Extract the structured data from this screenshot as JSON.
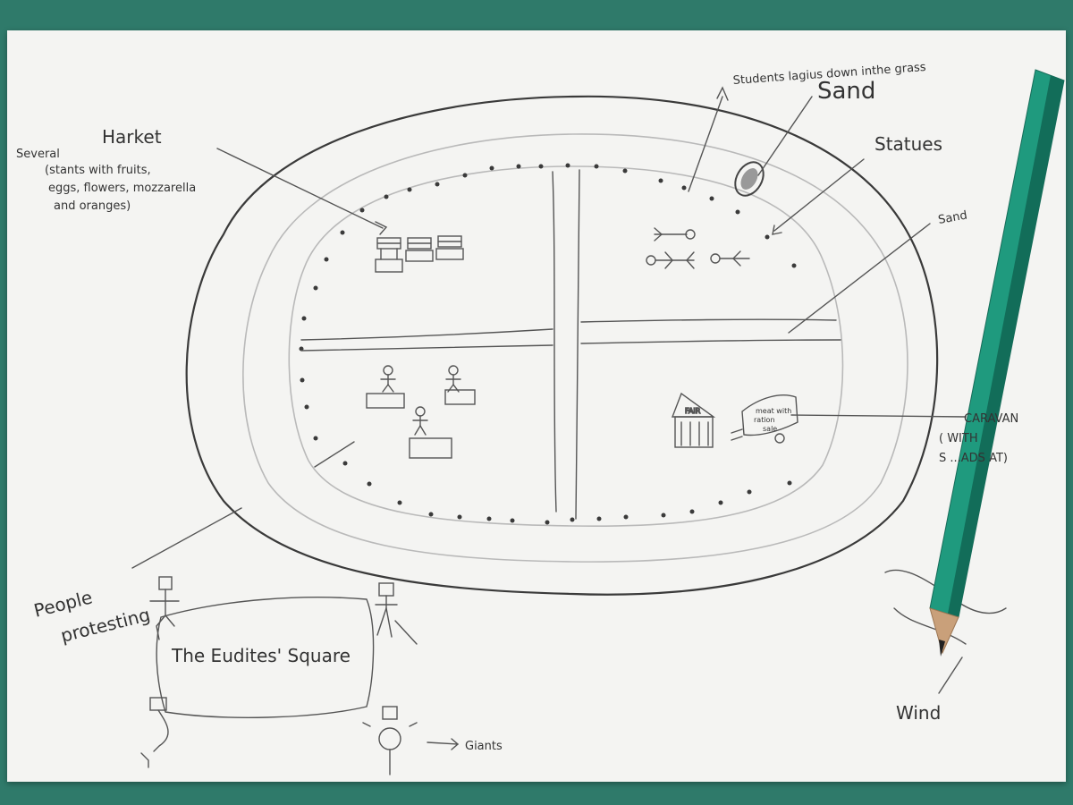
{
  "labels": {
    "students": "Students lagius down inthe grass",
    "sand_top": "Sand",
    "statues": "Statues",
    "sand_right": "Sand",
    "market_title": "Harket",
    "market_line1": "Several",
    "market_line2": "(stants with fruits,",
    "market_line3": "eggs, flowers, mozzarella",
    "market_line4": "and oranges)",
    "fair": "FAIR",
    "meat_1": "meat with",
    "meat_2": "ration",
    "meat_3": "sale",
    "caravan_1": "CARAVAN",
    "caravan_2": "( WITH",
    "caravan_3": "S ...ADS AT)",
    "people_1": "People",
    "people_2": "protesting",
    "square": "The Eudites' Square",
    "giants": "Giants",
    "wind": "Wind"
  },
  "colors": {
    "background": "#2f7a6a",
    "paper": "#f4f4f2",
    "pencil_ink": "#3a3a3a",
    "pencil_body": "#1f9a7e"
  },
  "icons": [
    "stall-icon",
    "stick-figure-icon",
    "statue-icon",
    "fair-tent-icon",
    "caravan-icon",
    "pencil-icon"
  ]
}
